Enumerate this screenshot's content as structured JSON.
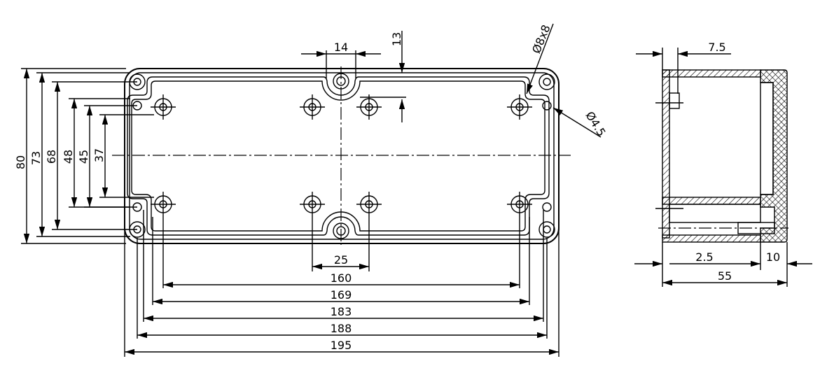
{
  "front_view": {
    "dims_horizontal": [
      "14",
      "25",
      "160",
      "169",
      "183",
      "188",
      "195"
    ],
    "dims_vertical": [
      "80",
      "73",
      "68",
      "48",
      "45",
      "37"
    ],
    "dims_top": "13",
    "hole_large": "Ø8x8",
    "hole_small": "Ø4.5"
  },
  "side_view": {
    "dim_top": "7.5",
    "dim_wall": "2.5",
    "dim_lid": "10",
    "dim_depth": "55"
  },
  "colors": {
    "line": "#000000",
    "background": "#ffffff"
  }
}
